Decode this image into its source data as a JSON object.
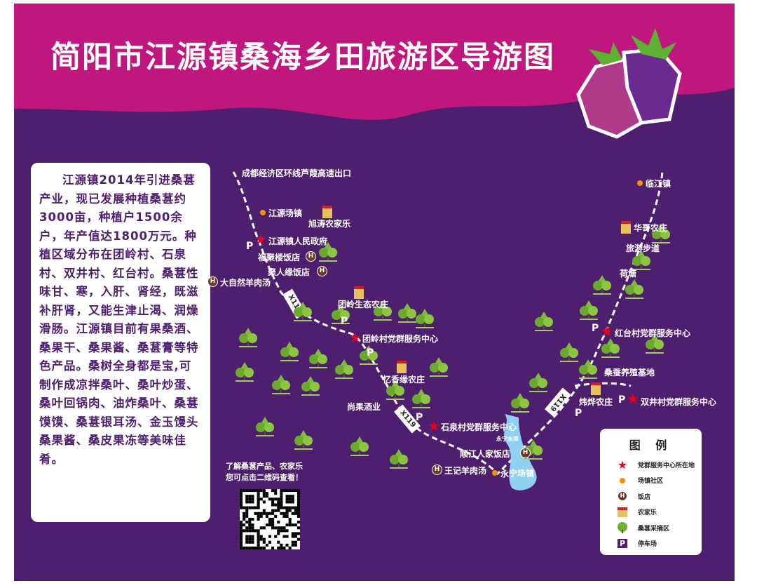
{
  "title": "简阳市江源镇桑海乡田旅游区导游图",
  "intro": "江源镇2014年引进桑葚产业，现已发展种植桑葚约3000亩，种植户1500余户，年产值达1800万元。种植区域分布在团岭村、石泉村、双井村、红台村。桑葚性味甘、寒，入肝、肾经，既滋补肝肾，又能生津止渴、润燥滑肠。江源镇目前有果桑酒、桑果干、桑果酱、桑葚膏等特色产品。桑树全身都是宝,可制作成凉拌桑叶、桑叶炒蛋、桑叶回锅肉、油炸桑叶、桑葚馍馍、桑葚银耳汤、金玉馒头桑果酱、桑皮果冻等美味佳肴。",
  "qr_text": [
    "了解桑葚产品、农家乐",
    "您可点击二维码查看！"
  ],
  "road": "X119",
  "places": {
    "exit": "成都经济区环线芦葭高速出口",
    "jiangyuan_town": "江源场镇",
    "xutao": "旭涛农家乐",
    "gov": "江源镇人民政府",
    "fujulou": "福聚楼饭店",
    "jurenyuan": "聚人缘饭店",
    "daziran": "大自然羊肉汤",
    "tuanling_farm": "团岭生态农庄",
    "tuanling": "团岭村党群服务中心",
    "yixiang": "忆香缘农庄",
    "shangguo": "尚果酒业",
    "shiquan": "石泉村党群服务中心",
    "yongning_water": "永宁水库",
    "shunjiang": "顺江人家饭店",
    "wangji": "王记羊肉汤",
    "yongning_town": "永宁场镇",
    "linjiang": "临江镇",
    "huage": "华哥农庄",
    "trail": "旅游步道",
    "hetang": "荷塘",
    "hongtai": "红台村党群服务中心",
    "silkworm": "桑蚕养殖基地",
    "weiye": "炜烨农庄",
    "shuangjing": "双井村党群服务中心"
  },
  "legend": {
    "title": "图 例",
    "items": [
      "党群服务中心所在地",
      "场镇社区",
      "饭店",
      "农家乐",
      "桑葚采摘区",
      "停车场"
    ]
  },
  "colors": {
    "magenta": "#c0177f",
    "purple": "#4f1f6f",
    "river": "#8fd0f0",
    "star": "#e8001c",
    "dot": "#f39200"
  }
}
